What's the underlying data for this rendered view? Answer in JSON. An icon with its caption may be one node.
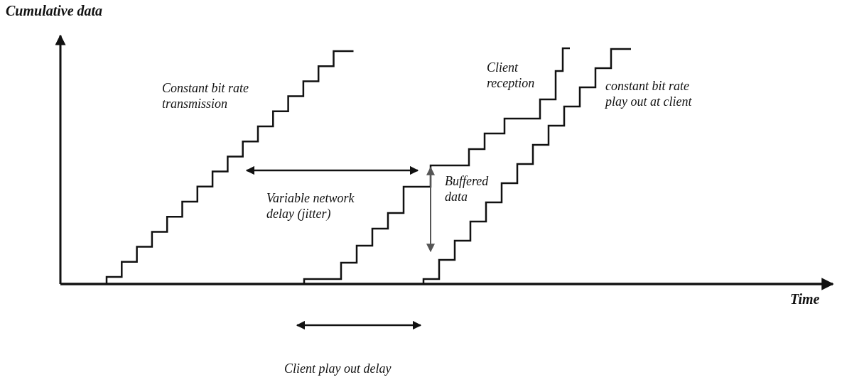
{
  "diagram": {
    "labels": [
      "Cumulative data",
      "Constant bit rate transmission",
      "Client reception",
      "constant bit rate play out at client",
      "Variable network delay (jitter)",
      "Buffered data",
      "Time",
      "Client play out delay"
    ]
  }
}
